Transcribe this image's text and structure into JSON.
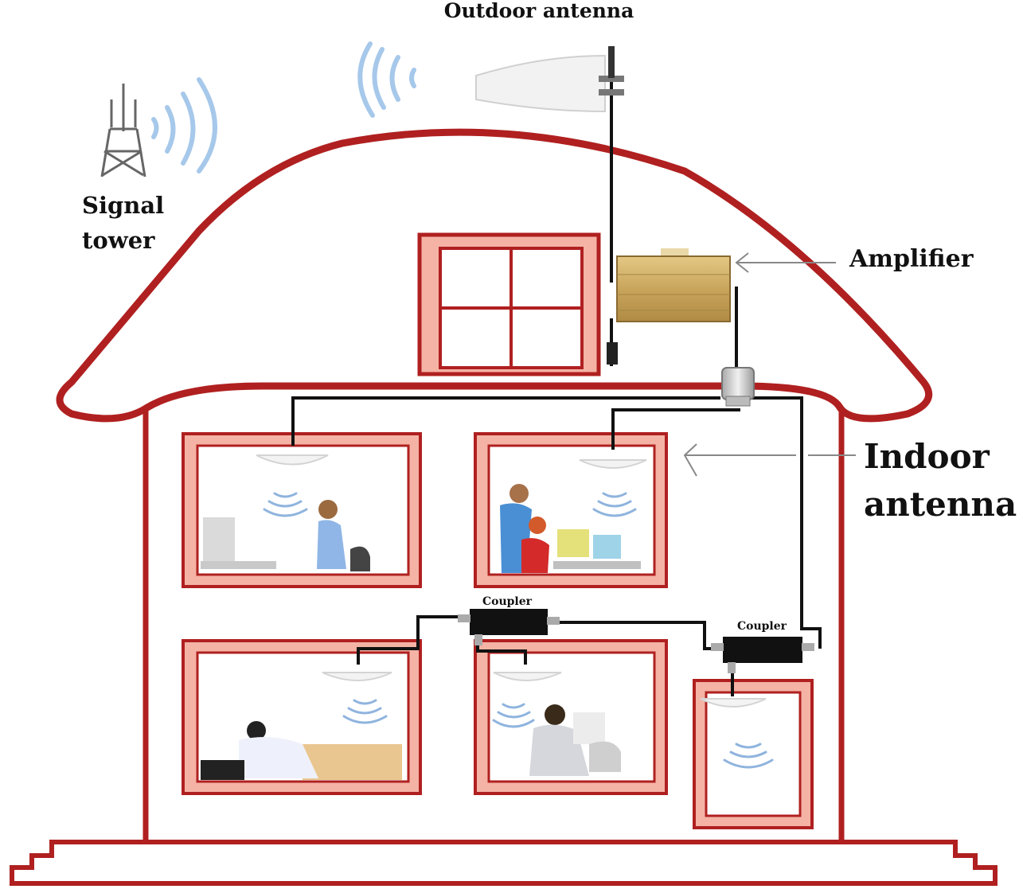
{
  "labels": {
    "outdoor_antenna": "Outdoor antenna",
    "signal": "Signal",
    "tower": "tower",
    "amplifier": "Amplifier",
    "indoor": "Indoor",
    "antenna": "antenna",
    "coupler_left": "Coupler",
    "coupler_right": "Coupler"
  },
  "colors": {
    "wall": "#b02020",
    "frame": "#f4b3a5",
    "cable": "#111111",
    "signal_wave": "#9ec3e6",
    "amplifier": "#d2b46c"
  },
  "icons": [
    "signal-tower-icon",
    "outdoor-antenna-icon",
    "amplifier-icon",
    "splitter-icon",
    "ceiling-antenna-icon",
    "coupler-icon",
    "wave-icon"
  ]
}
